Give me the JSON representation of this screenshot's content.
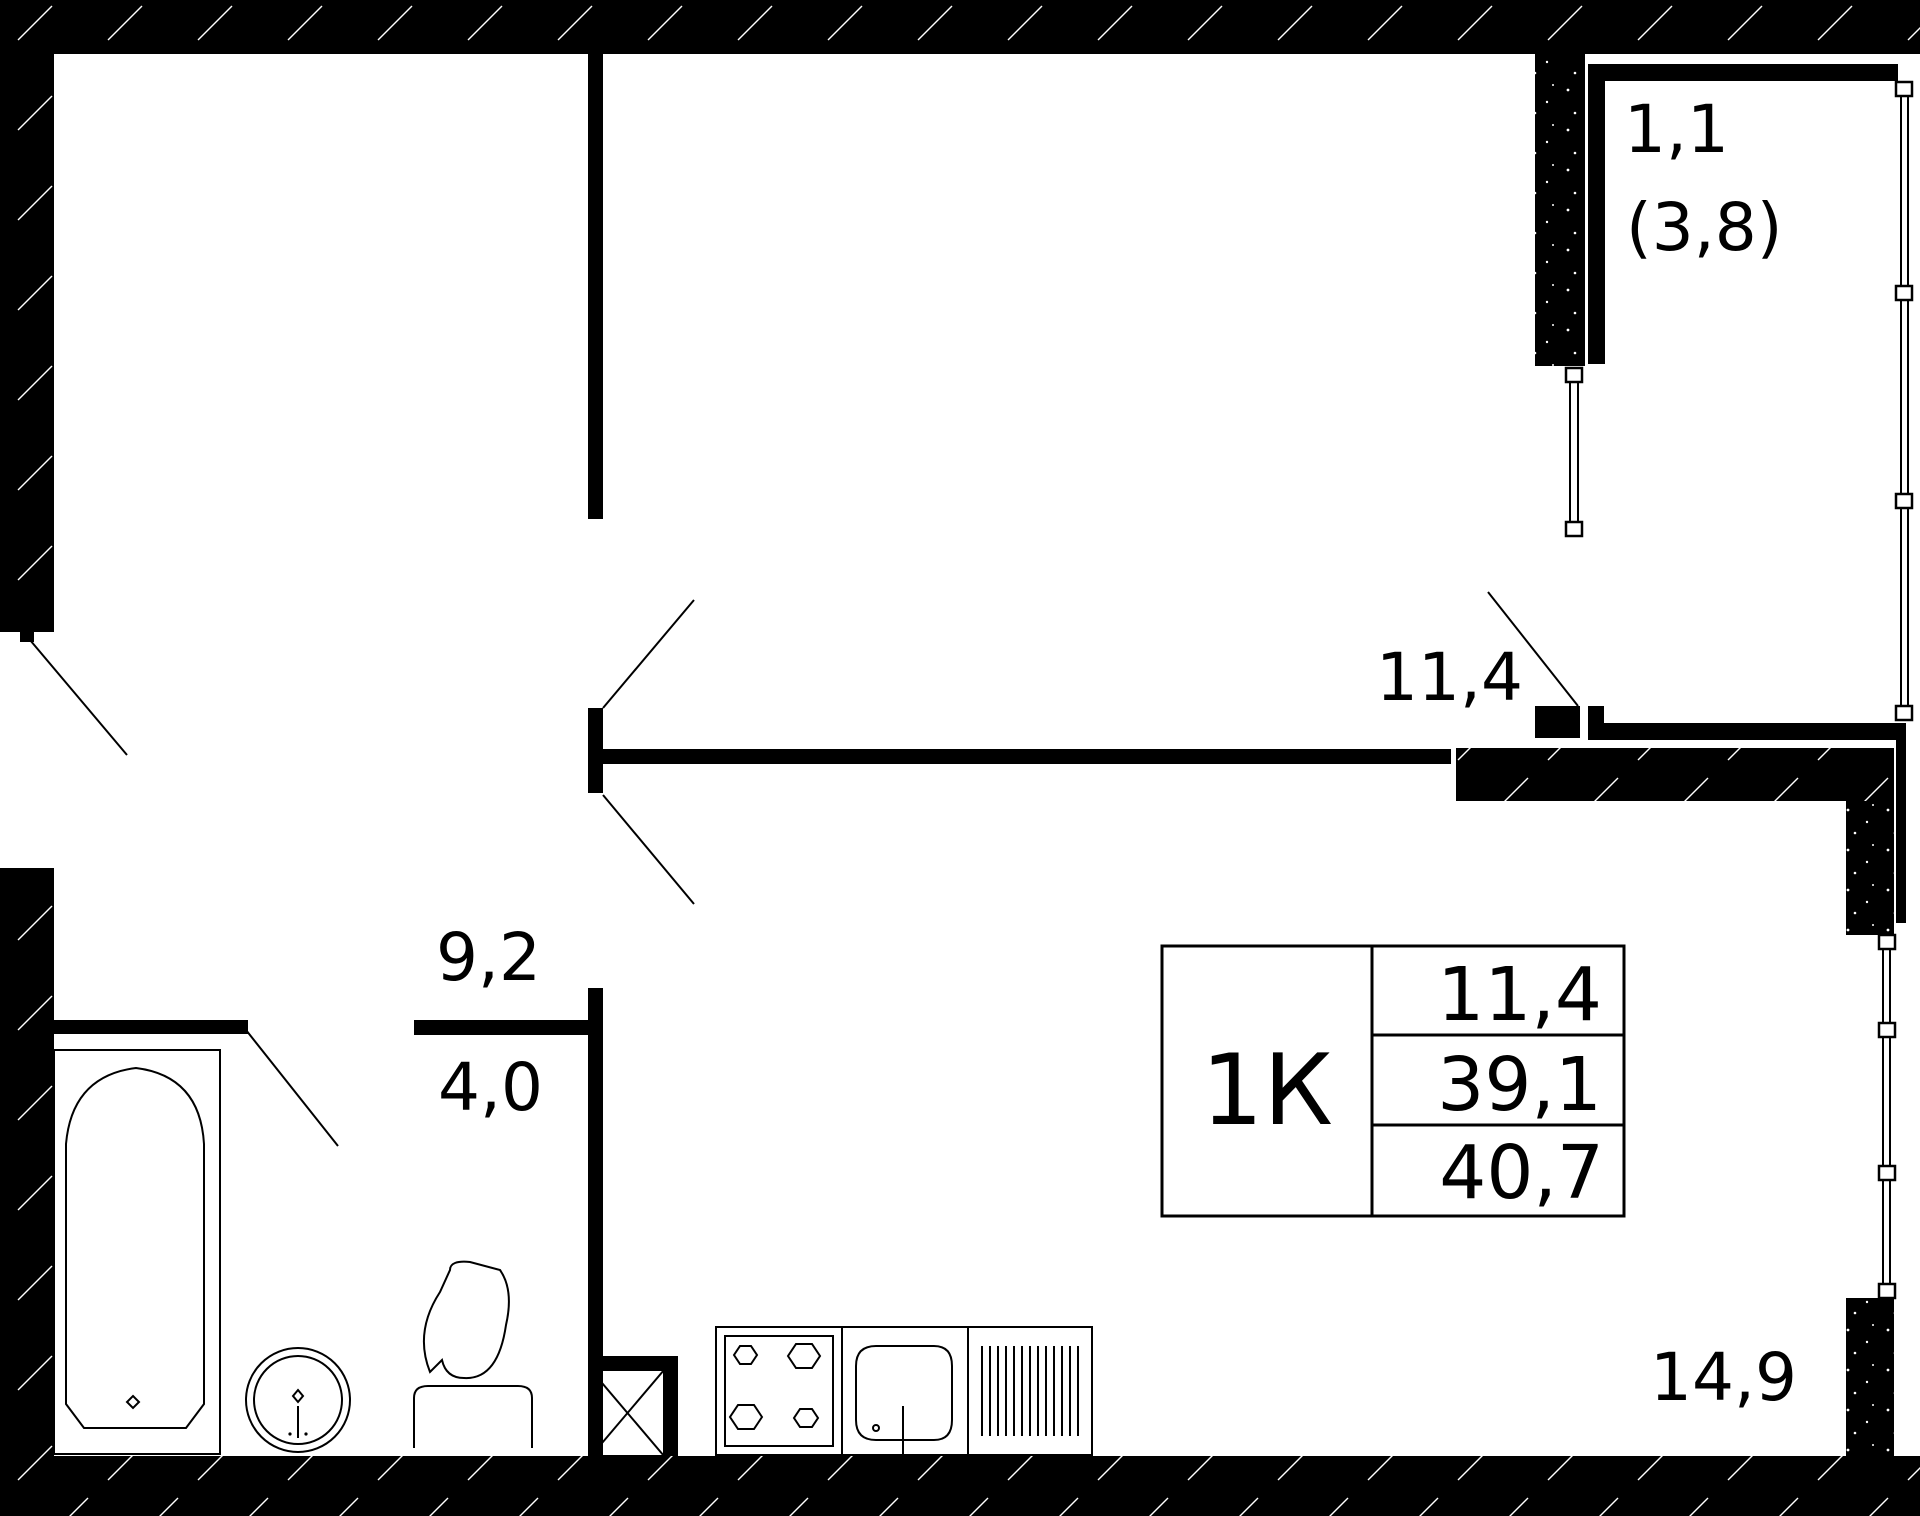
{
  "plan": {
    "rooms": {
      "balcony_area": "1,1",
      "balcony_area_full": "(3,8)",
      "room_area": "11,4",
      "hall_area": "9,2",
      "bath_area": "4,0",
      "kitchen_area": "14,9"
    },
    "summary": {
      "type": "1К",
      "living_area": "11,4",
      "total_area": "39,1",
      "total_area_with_balcony": "40,7"
    },
    "colors": {
      "wall": "#000000",
      "background": "#ffffff"
    }
  }
}
